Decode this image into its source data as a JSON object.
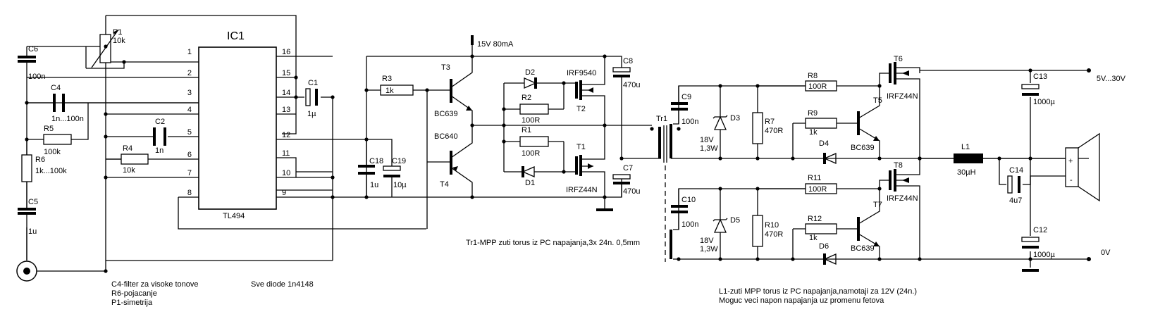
{
  "ic": {
    "name": "IC1",
    "part": "TL494",
    "pins_left": [
      "1",
      "2",
      "3",
      "4",
      "5",
      "6",
      "7",
      "8"
    ],
    "pins_right": [
      "16",
      "15",
      "14",
      "13",
      "12",
      "11",
      "10",
      "9"
    ]
  },
  "components": {
    "P1": {
      "ref": "P1",
      "value": "10k"
    },
    "C6": {
      "ref": "C6",
      "value": "100n"
    },
    "C4": {
      "ref": "C4",
      "value": "1n...100n"
    },
    "R5": {
      "ref": "R5",
      "value": "100k"
    },
    "R6": {
      "ref": "R6",
      "value": "1k...100k"
    },
    "C5": {
      "ref": "C5",
      "value": "1u"
    },
    "C2": {
      "ref": "C2",
      "value": "1n"
    },
    "R4": {
      "ref": "R4",
      "value": "10k"
    },
    "C1": {
      "ref": "C1",
      "value": "1µ"
    },
    "C18": {
      "ref": "C18",
      "value": "1u"
    },
    "C19": {
      "ref": "C19",
      "value": "10µ"
    },
    "R3": {
      "ref": "R3",
      "value": "1k"
    },
    "T3": {
      "ref": "T3",
      "value": "BC639"
    },
    "T4": {
      "ref": "T4",
      "value": "BC640"
    },
    "D2": {
      "ref": "D2"
    },
    "D1": {
      "ref": "D1"
    },
    "R2": {
      "ref": "R2",
      "value": "100R"
    },
    "R1": {
      "ref": "R1",
      "value": "100R"
    },
    "T2": {
      "ref": "T2",
      "value": "IRF9540"
    },
    "T1": {
      "ref": "T1",
      "value": "IRFZ44N"
    },
    "C8": {
      "ref": "C8",
      "value": "470u"
    },
    "C7": {
      "ref": "C7",
      "value": "470u"
    },
    "Tr1": {
      "ref": "Tr1"
    },
    "C9": {
      "ref": "C9",
      "value": "100n"
    },
    "C10": {
      "ref": "C10",
      "value": "100n"
    },
    "D3": {
      "ref": "D3",
      "value": "18V",
      "value2": "1,3W"
    },
    "D5": {
      "ref": "D5",
      "value": "18V",
      "value2": "1,3W"
    },
    "R7": {
      "ref": "R7",
      "value": "470R"
    },
    "R10": {
      "ref": "R10",
      "value": "470R"
    },
    "R8": {
      "ref": "R8",
      "value": "100R"
    },
    "R11": {
      "ref": "R11",
      "value": "100R"
    },
    "R9": {
      "ref": "R9",
      "value": "1k"
    },
    "R12": {
      "ref": "R12",
      "value": "1k"
    },
    "D4": {
      "ref": "D4"
    },
    "D6": {
      "ref": "D6"
    },
    "T5": {
      "ref": "T5",
      "value": "BC639"
    },
    "T7": {
      "ref": "T7",
      "value": "BC639"
    },
    "T6": {
      "ref": "T6",
      "value": "IRFZ44N"
    },
    "T8": {
      "ref": "T8",
      "value": "IRFZ44N"
    },
    "L1": {
      "ref": "L1",
      "value": "30µH"
    },
    "C13": {
      "ref": "C13",
      "value": "1000µ"
    },
    "C12": {
      "ref": "C12",
      "value": "1000µ"
    },
    "C14": {
      "ref": "C14",
      "value": "4u7"
    }
  },
  "supply": {
    "vcc": "15V 80mA",
    "out_pos": "5V...30V",
    "out_zero": "0V",
    "plus": "+",
    "minus": "-"
  },
  "notes": {
    "line1": "C4-filter za visoke tonove",
    "line2": "R6-pojacanje",
    "line3": "P1-simetrija",
    "diodes": "Sve diode 1n4148",
    "tr1": "Tr1-MPP zuti torus iz PC napajanja,3x 24n. 0,5mm",
    "l1a": "L1-zuti MPP torus iz PC napajanja,namotaji za 12V (24n.)",
    "l1b": "Moguc veci napon napajanja uz promenu fetova"
  }
}
